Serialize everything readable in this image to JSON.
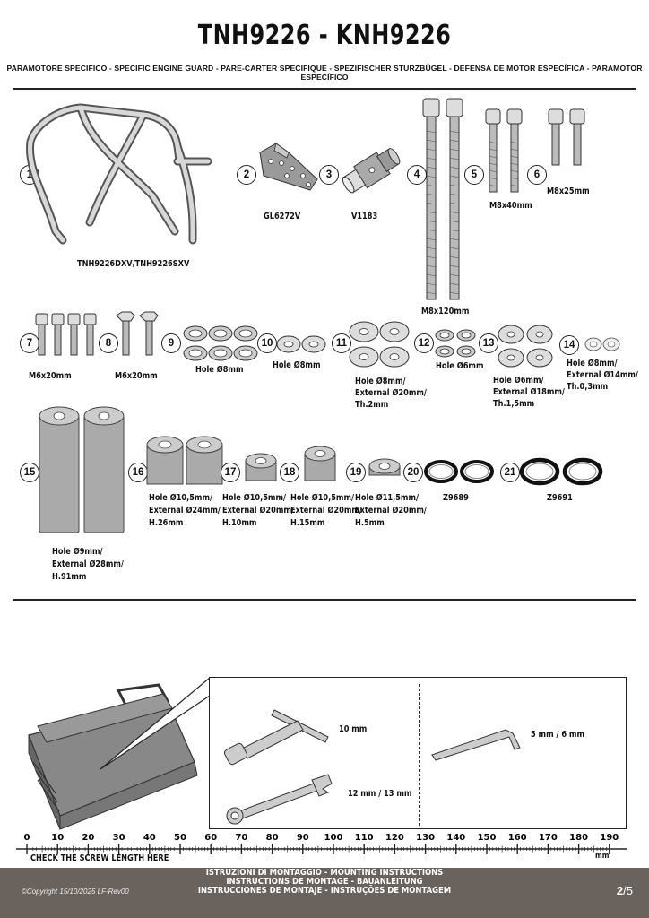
{
  "header": {
    "title": "TNH9226 - KNH9226",
    "subtitle": "PARAMOTORE SPECIFICO  -  SPECIFIC ENGINE GUARD - PARE-CARTER SPECIFIQUE - SPEZIFISCHER STURZBÜGEL - DEFENSA DE MOTOR ESPECÍFICA - PARAMOTOR ESPECÍFICO"
  },
  "parts": [
    {
      "n": "1",
      "label": "TNH9226DXV/TNH9226SXV"
    },
    {
      "n": "2",
      "label": "GL6272V"
    },
    {
      "n": "3",
      "label": "V1183"
    },
    {
      "n": "4",
      "label": "M8x120mm"
    },
    {
      "n": "5",
      "label": "M8x40mm"
    },
    {
      "n": "6",
      "label": "M8x25mm"
    },
    {
      "n": "7",
      "label": "M6x20mm"
    },
    {
      "n": "8",
      "label": "M6x20mm"
    },
    {
      "n": "9",
      "label": "Hole Ø8mm"
    },
    {
      "n": "10",
      "label": "Hole Ø8mm"
    },
    {
      "n": "11",
      "l1": "Hole Ø8mm/",
      "l2": "External Ø20mm/",
      "l3": "Th.2mm"
    },
    {
      "n": "12",
      "label": "Hole Ø6mm"
    },
    {
      "n": "13",
      "l1": "Hole Ø6mm/",
      "l2": "External Ø18mm/",
      "l3": "Th.1,5mm"
    },
    {
      "n": "14",
      "l1": "Hole Ø8mm/",
      "l2": "External Ø14mm/",
      "l3": "Th.0,3mm"
    },
    {
      "n": "15",
      "l1": "Hole Ø9mm/",
      "l2": "External Ø28mm/",
      "l3": "H.91mm"
    },
    {
      "n": "16",
      "l1": "Hole Ø10,5mm/",
      "l2": "External Ø24mm/",
      "l3": "H.26mm"
    },
    {
      "n": "17",
      "l1": "Hole Ø10,5mm/",
      "l2": "External Ø20mm/",
      "l3": "H.10mm"
    },
    {
      "n": "18",
      "l1": "Hole Ø10,5mm/",
      "l2": "External Ø20mm/",
      "l3": "H.15mm"
    },
    {
      "n": "19",
      "l1": "Hole Ø11,5mm/",
      "l2": "External Ø20mm/",
      "l3": "H.5mm"
    },
    {
      "n": "20",
      "label": "Z9689"
    },
    {
      "n": "21",
      "label": "Z9691"
    }
  ],
  "tools": {
    "socket_wrench": "10 mm",
    "combo_wrench": "12 mm / 13 mm",
    "hex_key": "5 mm / 6 mm"
  },
  "ruler": {
    "ticks": [
      "0",
      "10",
      "20",
      "30",
      "40",
      "50",
      "60",
      "70",
      "80",
      "90",
      "100",
      "110",
      "120",
      "130",
      "140",
      "150",
      "160",
      "170",
      "180",
      "190"
    ],
    "unit": "mm",
    "caption": "CHECK THE SCREW LENGTH HERE"
  },
  "footer": {
    "line1": "ISTRUZIONI DI MONTAGGIO  -  MOUNTING INSTRUCTIONS",
    "line2": "INSTRUCTIONS DE MONTAGE - BAUANLEITUNG",
    "line3": "INSTRUCCIONES DE MONTAJE - INSTRUÇÕES DE MONTAGEM",
    "copyright": "©Copyright 15/10/2025 LF-Rev00",
    "page_current": "2",
    "page_total": "/5"
  }
}
